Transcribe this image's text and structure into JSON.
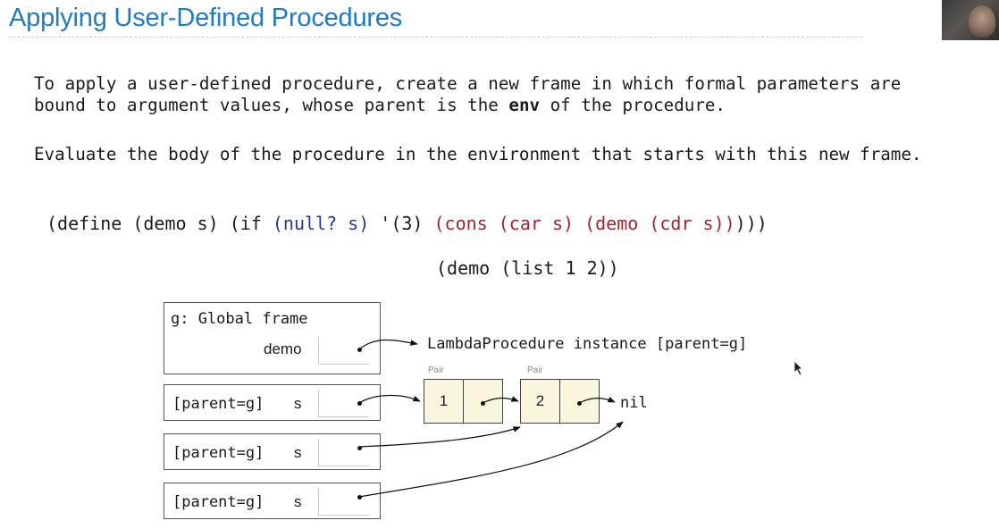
{
  "slide": {
    "title": "Applying User-Defined Procedures",
    "paragraph1": {
      "line1": "To apply a user-defined procedure, create a new frame in which formal parameters are",
      "line2_before": "bound to argument values, whose parent is the ",
      "line2_bold": "env",
      "line2_after": " of the procedure."
    },
    "paragraph2": "Evaluate the body of the procedure in the environment that starts with this new frame."
  },
  "code": {
    "p1": "(define (demo s) (if ",
    "p2": "(null? s)",
    "p3": " '(3) ",
    "p4": "(cons (car s) (demo (cdr s))",
    "p5": ")))",
    "call": "(demo (list 1 2))"
  },
  "diagram": {
    "global_frame": {
      "label": "g: Global frame",
      "binding_name": "demo"
    },
    "lambda_text": "LambdaProcedure instance [parent=g]",
    "frames": [
      {
        "label": "[parent=g]",
        "var": "s"
      },
      {
        "label": "[parent=g]",
        "var": "s"
      },
      {
        "label": "[parent=g]",
        "var": "s"
      }
    ],
    "pairs": [
      {
        "tag": "Pair",
        "car": "1"
      },
      {
        "tag": "Pair",
        "car": "2"
      }
    ],
    "nil": "nil"
  }
}
